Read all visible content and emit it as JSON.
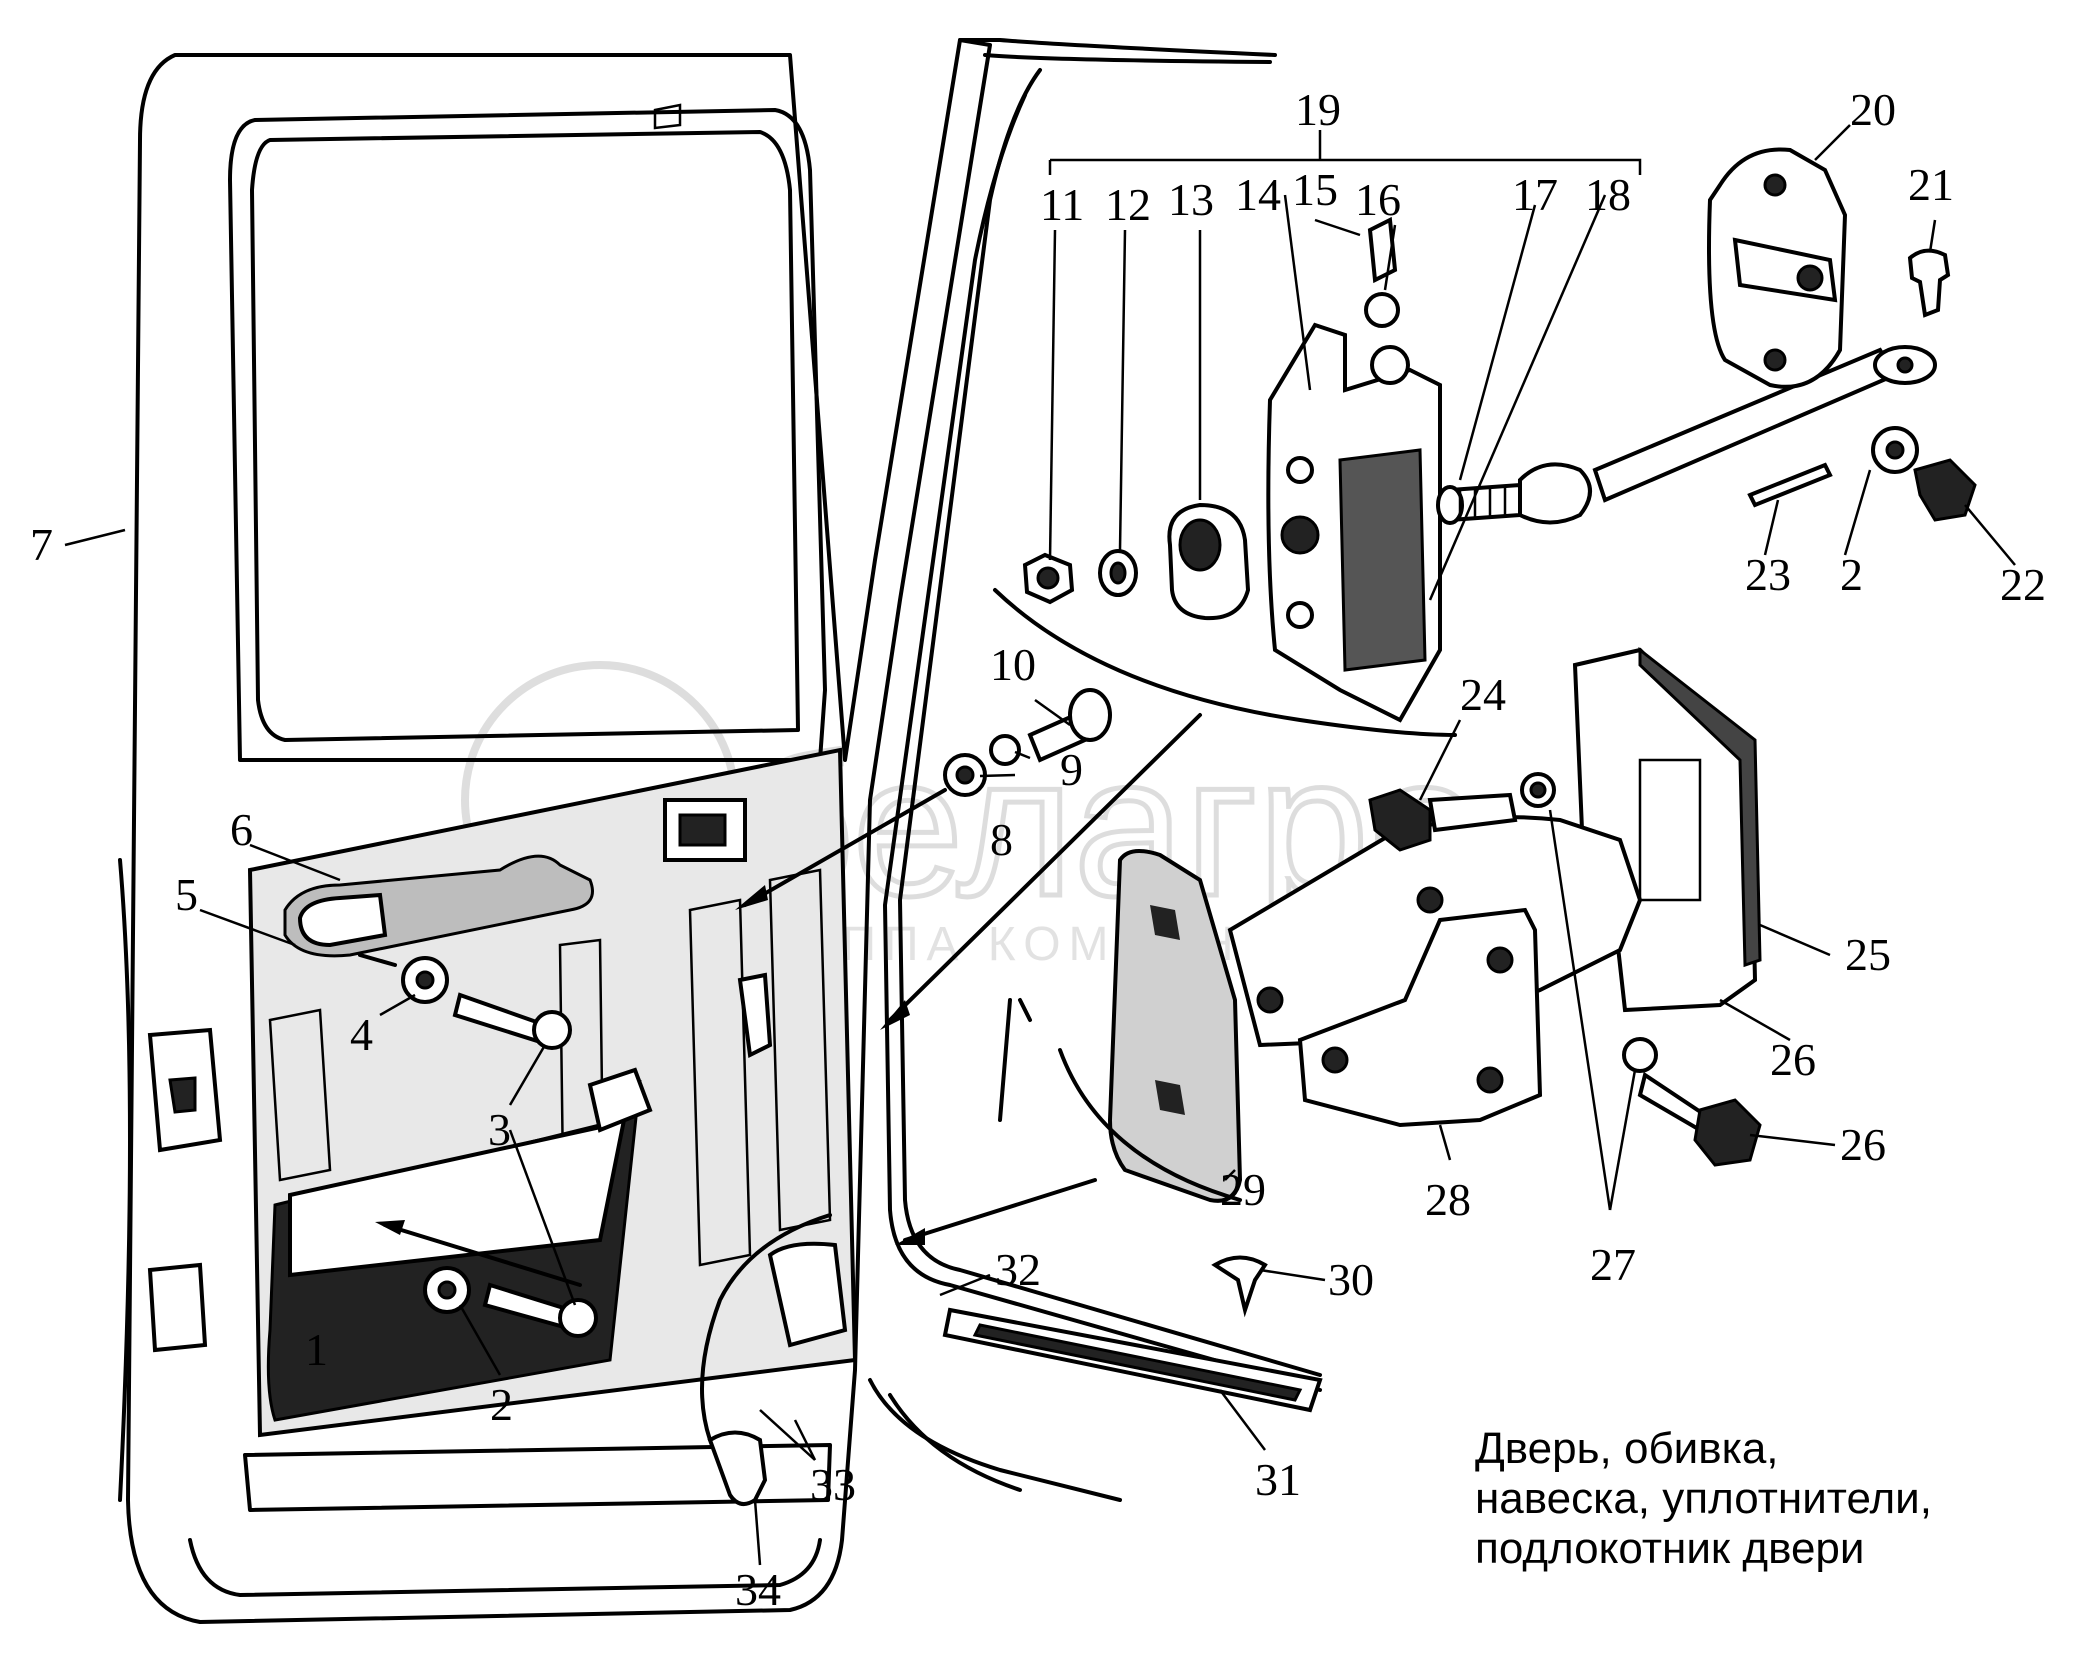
{
  "caption": {
    "line1": "Дверь, обивка,",
    "line2": "навеска, уплотнители,",
    "line3": "подлокотник двери"
  },
  "watermark": {
    "logo_text": "белагро",
    "sub_text": "ГРУППА КОМПАНИЙ"
  },
  "callouts": [
    "1",
    "2",
    "2",
    "3",
    "4",
    "5",
    "6",
    "7",
    "8",
    "9",
    "10",
    "11",
    "12",
    "13",
    "14",
    "15",
    "16",
    "17",
    "18",
    "19",
    "20",
    "21",
    "22",
    "23",
    "24",
    "25",
    "26",
    "26",
    "27",
    "28",
    "29",
    "30",
    "31",
    "32",
    "33",
    "34"
  ]
}
